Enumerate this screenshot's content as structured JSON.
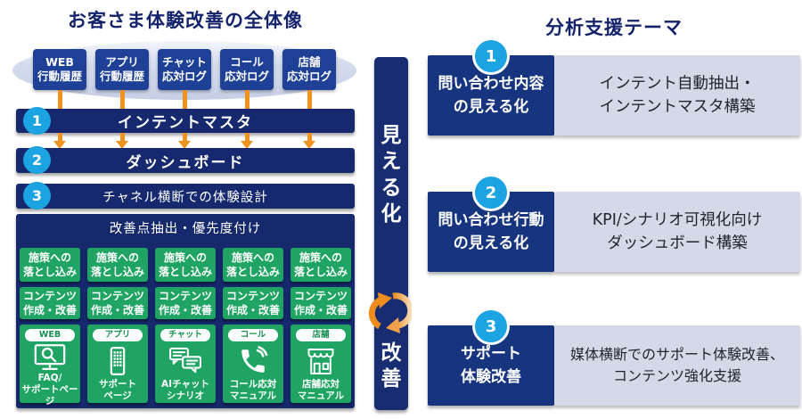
{
  "left": {
    "title": "お客さま体験改善の全体像",
    "sources": [
      {
        "line1": "WEB",
        "line2": "行動履歴"
      },
      {
        "line1": "アプリ",
        "line2": "行動履歴"
      },
      {
        "line1": "チャット",
        "line2": "応対ログ"
      },
      {
        "line1": "コール",
        "line2": "応対ログ"
      },
      {
        "line1": "店舗",
        "line2": "応対ログ"
      }
    ],
    "bars": [
      {
        "num": "1",
        "label": "インテントマスタ"
      },
      {
        "num": "2",
        "label": "ダッシュボード"
      },
      {
        "num": "3",
        "label": "チャネル横断での体験設計"
      }
    ],
    "panel_label": "改善点抽出・優先度付け",
    "grid": {
      "row1": {
        "line1": "施策への",
        "line2": "落とし込み"
      },
      "row2": {
        "line1": "コンテンツ",
        "line2": "作成・改善"
      }
    },
    "channels": [
      {
        "tag": "WEB",
        "icon": "monitor-search-icon",
        "cap1": "FAQ/",
        "cap2": "サポートページ"
      },
      {
        "tag": "アプリ",
        "icon": "smartphone-icon",
        "cap1": "サポート",
        "cap2": "ページ"
      },
      {
        "tag": "チャット",
        "icon": "chat-bubbles-icon",
        "cap1": "AIチャット",
        "cap2": "シナリオ"
      },
      {
        "tag": "コール",
        "icon": "phone-icon",
        "cap1": "コール応対",
        "cap2": "マニュアル"
      },
      {
        "tag": "店舗",
        "icon": "store-icon",
        "cap1": "店舗応対",
        "cap2": "マニュアル"
      }
    ]
  },
  "middle": {
    "top_label": "見える化",
    "bottom_label": "改善",
    "icon": "cycle-arrows-icon"
  },
  "right": {
    "title": "分析支援テーマ",
    "items": [
      {
        "num": "1",
        "head1": "問い合わせ内容",
        "head2": "の見える化",
        "desc1": "インテント自動抽出・",
        "desc2": "インテントマスタ構築"
      },
      {
        "num": "2",
        "head1": "問い合わせ行動",
        "head2": "の見える化",
        "desc1": "KPI/シナリオ可視化向け",
        "desc2": "ダッシュボード構築"
      },
      {
        "num": "3",
        "head1": "サポート",
        "head2": "体験改善",
        "desc1": "媒体横断でのサポート体験改善、",
        "desc2": "コンテンツ強化支援"
      }
    ]
  },
  "colors": {
    "navy_bar": "#16296e",
    "navy_panel": "#15296c",
    "source_box_blue": "#1e4097",
    "item_navy": "#17347f",
    "circle_cyan": "#1ca4e2",
    "green": "#1fa463",
    "orange": "#f0931e",
    "gray_box": "#d5d9e7",
    "title_navy": "#14236b",
    "cylinder": "#cdd5e8"
  }
}
